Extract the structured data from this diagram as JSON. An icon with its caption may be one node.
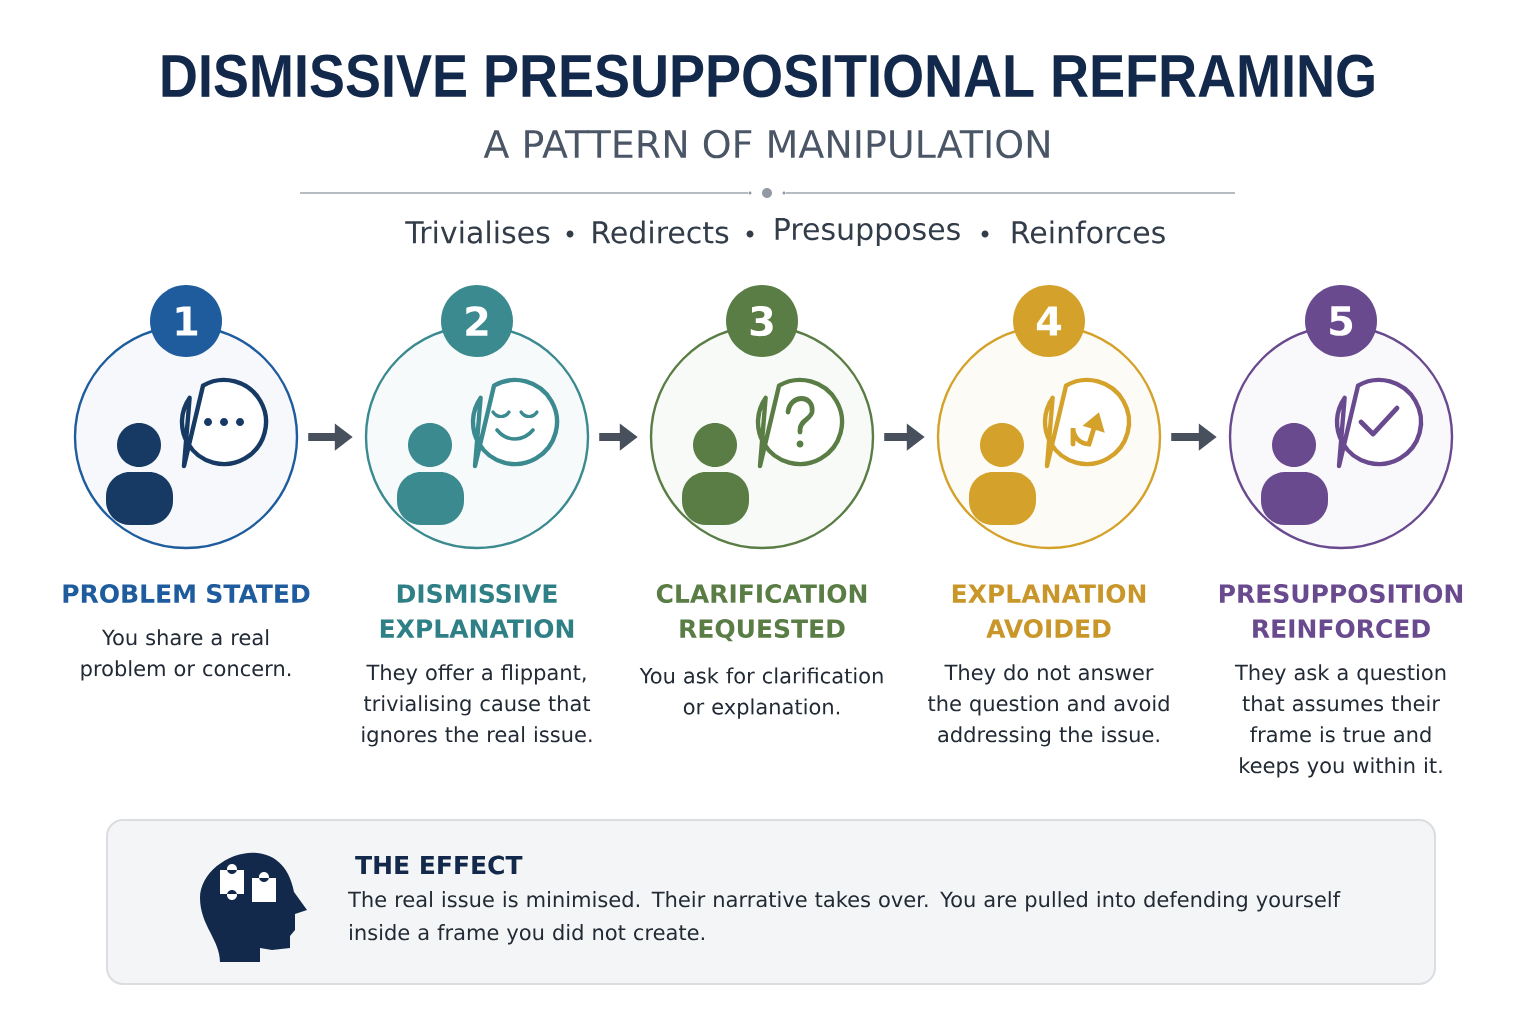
{
  "diagram": {
    "title": "DISMISSIVE PRESUPPOSITIONAL REFRAMING",
    "nodes": [
      {
        "text": [
          "1"
        ],
        "beside": [
          "PROBLEM STATED",
          "You share a real problem or concern."
        ]
      },
      {
        "text": [
          "2"
        ],
        "beside": [
          "DISMISSIVE EXPLANATION",
          "They offer a flippant, trivialising cause that ignores the real issue."
        ]
      },
      {
        "text": [
          "3"
        ],
        "beside": [
          "CLARIFICATION REQUESTED",
          "You ask for clarification or explanation."
        ]
      },
      {
        "text": [
          "4"
        ],
        "beside": [
          "EXPLANATION AVOIDED",
          "They do not answer the question and avoid addressing the issue."
        ]
      },
      {
        "text": [
          "5"
        ],
        "beside": [
          "PRESUPPOSITION REINFORCED",
          "They ask a question that assumes their frame is true and keeps you within it."
        ]
      },
      {
        "text": [
          "THE EFFECT",
          "The real issue is minimised. Their narrative takes over. You are pulled into defending yourself inside a frame you did not create."
        ]
      }
    ],
    "edges": [
      {
        "from": 0,
        "to": 1,
        "arrow": "to"
      },
      {
        "from": 1,
        "to": 2,
        "arrow": "to"
      },
      {
        "from": 2,
        "to": 3,
        "arrow": "to"
      },
      {
        "from": 3,
        "to": 4,
        "arrow": "to"
      }
    ],
    "labels": [
      "A PATTERN OF MANIPULATION",
      "Trivialises",
      "Redirects",
      "Presupposes",
      "Reinforces"
    ]
  }
}
